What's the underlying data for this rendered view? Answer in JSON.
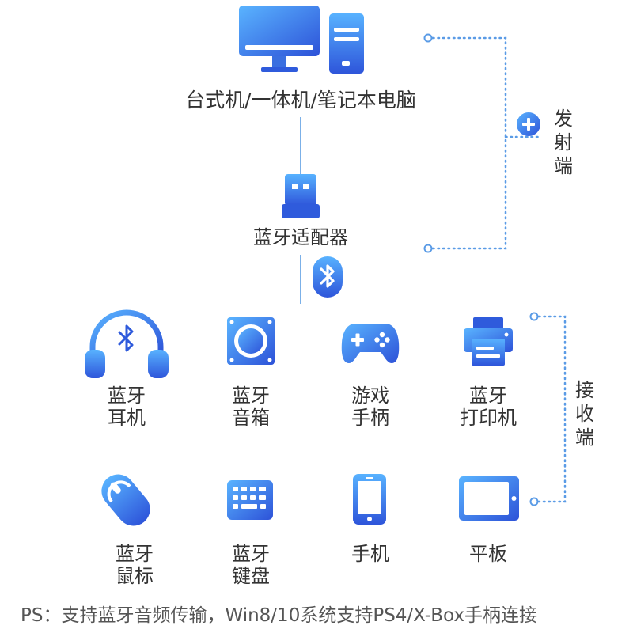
{
  "colors": {
    "blue_light": "#4aa3ff",
    "blue_dark": "#2f5bdc",
    "line": "#7bb0e8",
    "dots": "#5a9be6",
    "text": "#333333"
  },
  "source": {
    "label": "台式机/一体机/笔记本电脑",
    "icon": "desktop-computer-icon"
  },
  "adapter": {
    "label": "蓝牙适配器",
    "icon": "usb-dongle-icon",
    "signal_icon": "bluetooth-icon"
  },
  "transmit": {
    "chars": [
      "发",
      "射",
      "端"
    ],
    "icon": "plus-circle-icon"
  },
  "receive": {
    "chars": [
      "接",
      "收",
      "端"
    ]
  },
  "devices_row1": [
    {
      "lines": [
        "蓝牙",
        "耳机"
      ],
      "icon": "headphones-icon"
    },
    {
      "lines": [
        "蓝牙",
        "音箱"
      ],
      "icon": "speaker-icon"
    },
    {
      "lines": [
        "游戏",
        "手柄"
      ],
      "icon": "gamepad-icon"
    },
    {
      "lines": [
        "蓝牙",
        "打印机"
      ],
      "icon": "printer-icon"
    }
  ],
  "devices_row2": [
    {
      "lines": [
        "蓝牙",
        "鼠标"
      ],
      "icon": "mouse-icon"
    },
    {
      "lines": [
        "蓝牙",
        "键盘"
      ],
      "icon": "keyboard-icon"
    },
    {
      "lines": [
        "手机"
      ],
      "icon": "phone-icon"
    },
    {
      "lines": [
        "平板"
      ],
      "icon": "tablet-icon"
    }
  ],
  "footer": "PS：支持蓝牙音频传输，Win8/10系统支持PS4/X-Box手柄连接"
}
